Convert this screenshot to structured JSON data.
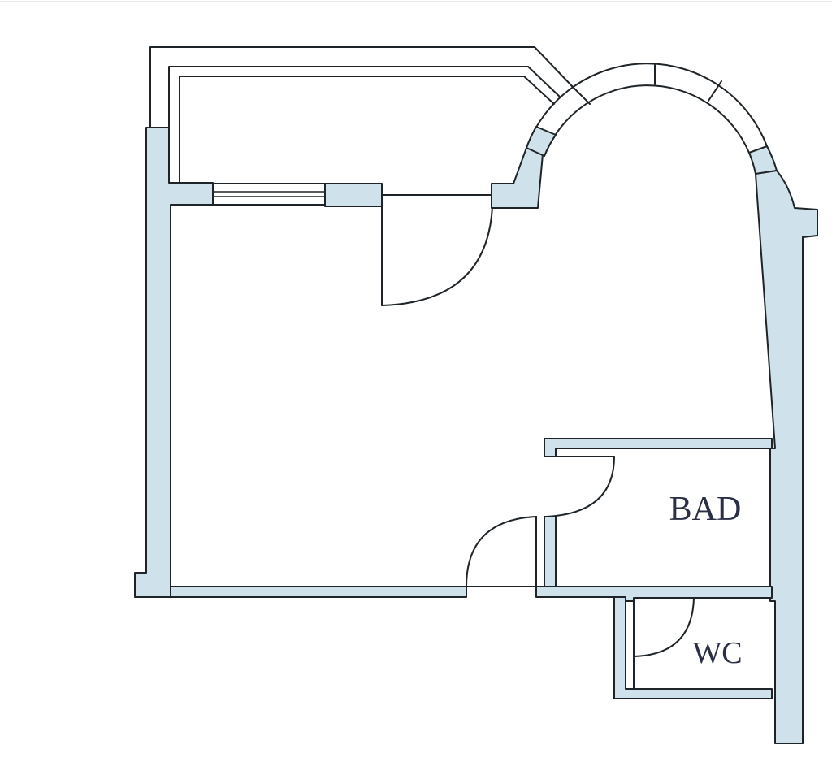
{
  "plan": {
    "rooms": [
      {
        "id": "bathroom",
        "label": "BAD"
      },
      {
        "id": "toilet",
        "label": "WC"
      }
    ],
    "colors": {
      "wall_fill": "#cfe1ea",
      "line": "#1e2428",
      "label": "#2a2f45",
      "background": "#ffffff"
    }
  }
}
